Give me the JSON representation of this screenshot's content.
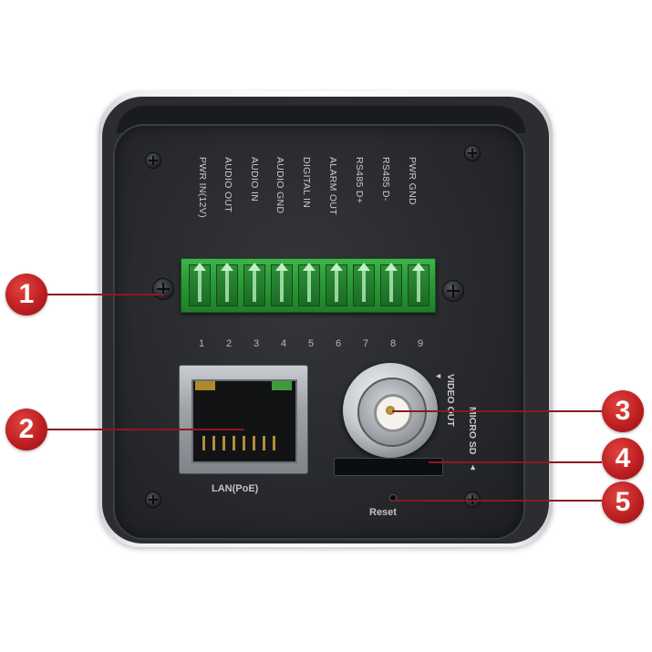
{
  "camera_panel": {
    "pin_labels": [
      "PWR IN(12V)",
      "AUDIO OUT",
      "AUDIO IN",
      "AUDIO GND",
      "DIGITAL IN",
      "ALARM OUT",
      "RS485 D+",
      "RS485 D-",
      "PWR GND"
    ],
    "pin_numbers": [
      "1",
      "2",
      "3",
      "4",
      "5",
      "6",
      "7",
      "8",
      "9"
    ],
    "lan_label": "LAN(PoE)",
    "video_out_label": "VIDEO OUT",
    "video_out_arrow": "▼",
    "micro_sd_label": "MICRO SD",
    "micro_sd_arrow": "◄",
    "reset_label": "Reset"
  },
  "callouts": [
    {
      "number": "1"
    },
    {
      "number": "2"
    },
    {
      "number": "3"
    },
    {
      "number": "4"
    },
    {
      "number": "5"
    }
  ],
  "colors": {
    "callout_red": "#c4201f",
    "terminal_green": "#2b9a36",
    "panel_dark": "#26282b"
  }
}
